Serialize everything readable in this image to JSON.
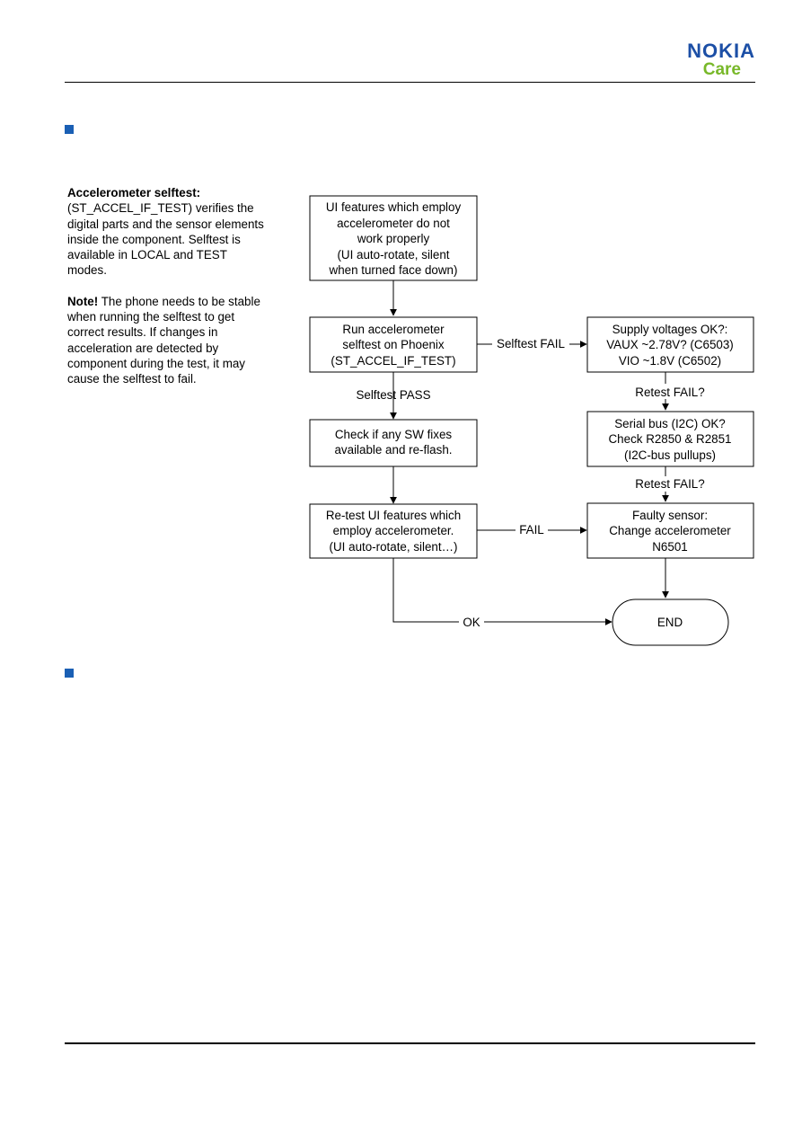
{
  "header": {
    "brand_name": "NOKIA",
    "brand_sub": "Care"
  },
  "side_note": {
    "heading": "Accelerometer selftest:",
    "body": "(ST_ACCEL_IF_TEST) verifies the digital parts and the sensor elements inside the component. Selftest is available in LOCAL and TEST modes.",
    "note_label": "Note!",
    "note_body": "The phone needs to be stable when running the selftest to get correct results. If changes in acceleration are detected by component during the test, it may cause the selftest to fail."
  },
  "flowchart": {
    "nodes": {
      "start": [
        "UI features which employ",
        "accelerometer do not",
        "work properly",
        "(UI auto-rotate, silent",
        "when turned face down)"
      ],
      "run_selftest": [
        "Run accelerometer",
        "selftest on Phoenix",
        "(ST_ACCEL_IF_TEST)"
      ],
      "check_sw": [
        "Check if any SW fixes",
        "available and re-flash."
      ],
      "retest_ui": [
        "Re-test UI features which",
        "employ accelerometer.",
        "(UI auto-rotate, silent…)"
      ],
      "supply_voltages": [
        "Supply voltages OK?:",
        "VAUX ~2.78V? (C6503)",
        "VIO ~1.8V (C6502)"
      ],
      "serial_bus": [
        "Serial bus (I2C) OK?",
        "Check R2850 & R2851",
        "(I2C-bus pullups)"
      ],
      "faulty_sensor": [
        "Faulty sensor:",
        "Change accelerometer",
        "N6501"
      ],
      "end": "END"
    },
    "edge_labels": {
      "selftest_fail": "Selftest FAIL",
      "selftest_pass": "Selftest PASS",
      "retest_fail_1": "Retest FAIL?",
      "retest_fail_2": "Retest FAIL?",
      "fail": "FAIL",
      "ok": "OK"
    }
  }
}
